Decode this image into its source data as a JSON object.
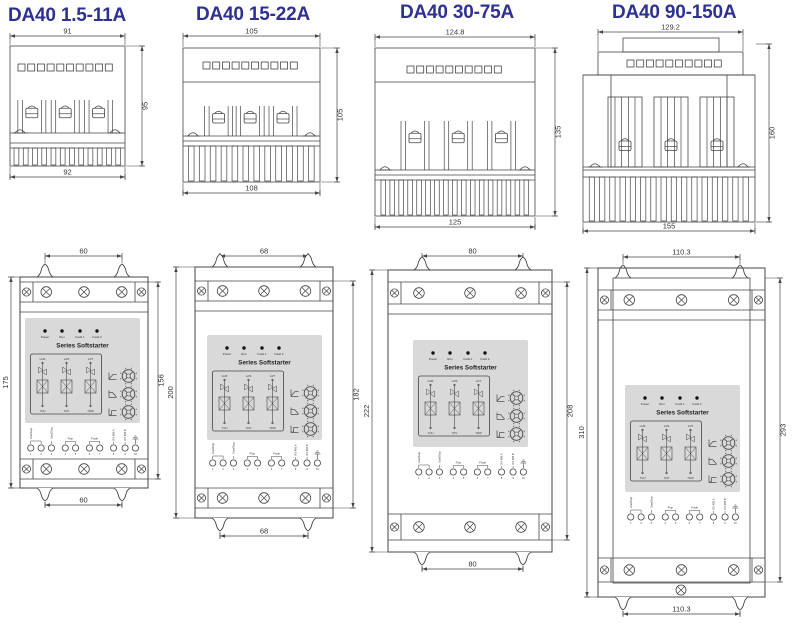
{
  "sheet": {
    "background": "#ffffff"
  },
  "colors": {
    "accent": "#2e3192",
    "line": "#454545",
    "panel_fill": "#d9d9d9",
    "led": "#111111"
  },
  "panel": {
    "brand": "Series Softstarter",
    "leds": [
      "Power",
      "Run",
      "Fault 1",
      "Fault 2"
    ],
    "phases_in": [
      "L1/R",
      "L2/S",
      "L3/T"
    ],
    "phases_out": [
      "T1/U",
      "T2/V",
      "T3/W"
    ],
    "adjust_icons": [
      "ramp-up-icon",
      "ramp-down-icon",
      "current-limit-icon"
    ],
    "terminals": {
      "numbers": [
        "1",
        "2",
        "3",
        "4",
        "5",
        "6",
        "7",
        "8",
        "9",
        "10"
      ],
      "group_labels": [
        "Line/Stop",
        "Start/Stop",
        "Run",
        "Fault",
        "RS 485 A",
        "RS 485 B"
      ],
      "ground_icon": "ground-icon"
    }
  },
  "models": [
    {
      "title": "DA40 1.5-11A",
      "top_view": {
        "top_width": "91",
        "bottom_width": "92",
        "height": "95"
      },
      "front_view": {
        "mount_span_top": "60",
        "mount_span_bottom": "60",
        "outer_height": "175",
        "inner_height": "156"
      }
    },
    {
      "title": "DA40 15-22A",
      "top_view": {
        "top_width": "105",
        "bottom_width": "108",
        "height": "105"
      },
      "front_view": {
        "mount_span_top": "68",
        "mount_span_bottom": "68",
        "outer_height": "200",
        "inner_height": "182"
      }
    },
    {
      "title": "DA40 30-75A",
      "top_view": {
        "top_width": "124.8",
        "bottom_width": "125",
        "height": "135"
      },
      "front_view": {
        "mount_span_top": "80",
        "mount_span_bottom": "80",
        "outer_height": "222",
        "inner_height": "208"
      }
    },
    {
      "title": "DA40 90-150A",
      "top_view": {
        "top_width": "129.2",
        "bottom_width": "155",
        "height": "160"
      },
      "front_view": {
        "mount_span_top": "110.3",
        "mount_span_bottom": "110.3",
        "outer_height": "310",
        "inner_height": "293"
      }
    }
  ]
}
